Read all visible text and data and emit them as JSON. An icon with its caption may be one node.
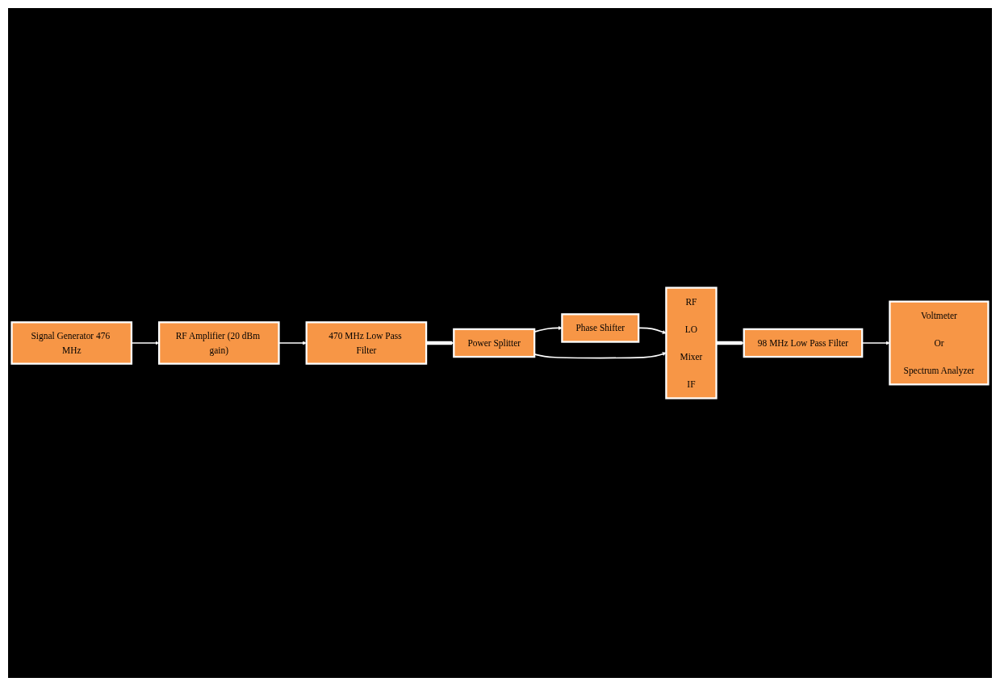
{
  "diagram": {
    "nodes": [
      {
        "text": [
          "Signal Generator 476 MHz"
        ]
      },
      {
        "text": [
          "RF Amplifier (20 dBm gain)"
        ]
      },
      {
        "text": [
          "470 MHz Low Pass Filter"
        ]
      },
      {
        "text": [
          "Power Splitter"
        ]
      },
      {
        "text": [
          "Phase Shifter"
        ]
      },
      {
        "text": [
          "RF",
          "LO",
          "Mixer",
          "IF"
        ]
      },
      {
        "text": [
          "98 MHz Low Pass Filter"
        ]
      },
      {
        "text": [
          "Voltmeter",
          "Or",
          "Spectrum Analyzer"
        ]
      }
    ],
    "edges": [
      {
        "from": 0,
        "to": 1,
        "arrow": "to"
      },
      {
        "from": 1,
        "to": 2,
        "arrow": "to"
      },
      {
        "from": 2,
        "to": 3,
        "arrow": "to",
        "style": "thick"
      },
      {
        "from": 3,
        "to": 4,
        "arrow": "to"
      },
      {
        "from": 4,
        "to": 5,
        "arrow": "to"
      },
      {
        "from": 3,
        "to": 5,
        "arrow": "to"
      },
      {
        "from": 5,
        "to": 6,
        "arrow": "to",
        "style": "thick"
      },
      {
        "from": 6,
        "to": 7,
        "arrow": "to"
      }
    ]
  }
}
